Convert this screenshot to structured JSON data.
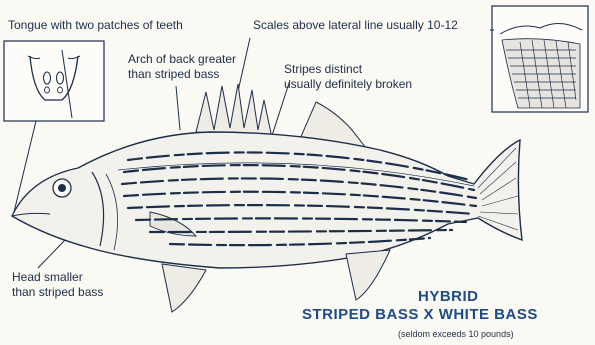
{
  "labels": {
    "tongue": "Tongue with two patches of teeth",
    "scales": "Scales above lateral line usually 10-12",
    "arch_line1": "Arch of back greater",
    "arch_line2": "than striped bass",
    "stripes_line1": "Stripes distinct",
    "stripes_line2": "usually definitely broken",
    "head_line1": "Head smaller",
    "head_line2": "than striped bass"
  },
  "title": {
    "line1": "HYBRID",
    "line2": "STRIPED BASS X WHITE BASS",
    "note": "(seldom exceeds 10 pounds)"
  },
  "colors": {
    "ink": "#1c2e4a",
    "title": "#1c4b8a",
    "fish_fill": "#f3f1ec",
    "paper": "#fbf9f4"
  }
}
